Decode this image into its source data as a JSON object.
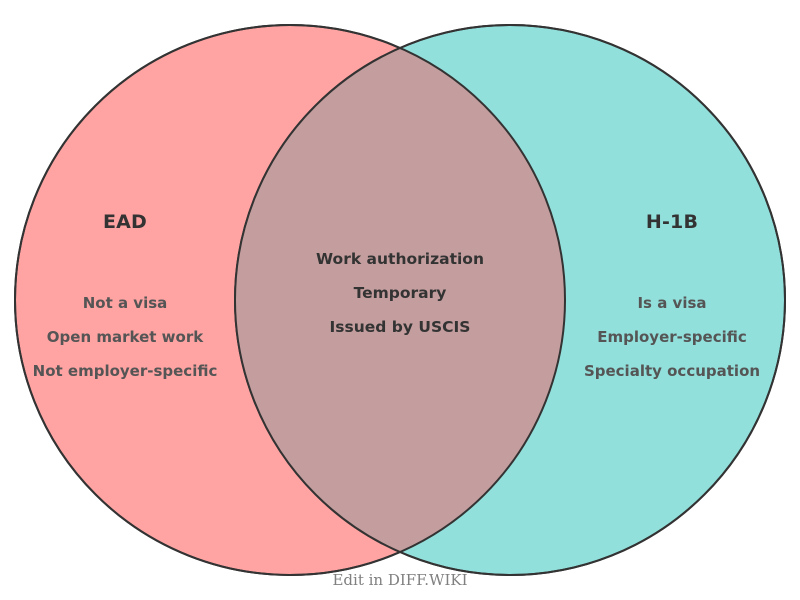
{
  "diagram": {
    "type": "venn-2-set",
    "background_color": "#ffffff",
    "stroke_color": "#333333",
    "left_set": {
      "title": "EAD",
      "fill_color": "#ffa3a3",
      "items": [
        "Not a visa",
        "Open market work",
        "Not employer-specific"
      ]
    },
    "right_set": {
      "title": "H-1B",
      "fill_color": "#92e0dc",
      "items": [
        "Is a visa",
        "Employer-specific",
        "Specialty occupation"
      ]
    },
    "intersection": {
      "fill_color": "#c49e9e",
      "items": [
        "Work authorization",
        "Temporary",
        "Issued by USCIS"
      ]
    }
  },
  "footer": {
    "credit": "Edit in DIFF.WIKI"
  }
}
